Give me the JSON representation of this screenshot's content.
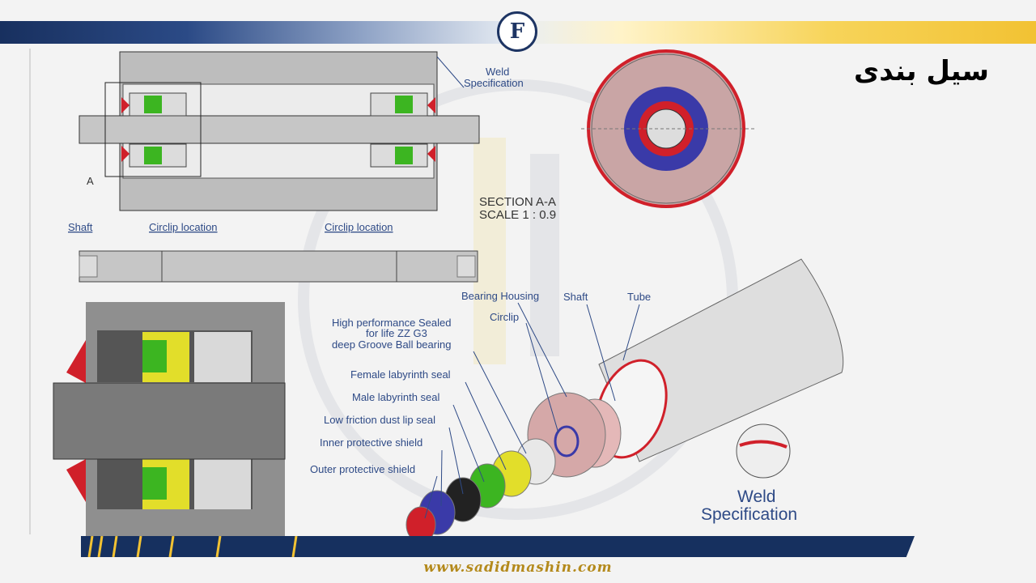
{
  "header": {
    "logo_letter": "F"
  },
  "title": "سیل بندی",
  "footer": {
    "url": "www.sadidmashin.com"
  },
  "drawing": {
    "weld_spec_top": [
      "Weld",
      "Specification"
    ],
    "label_a": "A",
    "section_title": "SECTION A-A",
    "section_scale": "SCALE 1 : 0.9",
    "shaft_labels": [
      "Shaft",
      "Circlip location",
      "Circlip location"
    ],
    "exploded_labels": {
      "bearing_housing": "Bearing Housing",
      "shaft": "Shaft",
      "tube": "Tube",
      "circlip": "Circlip",
      "bearing": [
        "High performance Sealed",
        "for life ZZ G3",
        "deep Groove Ball bearing"
      ],
      "female_seal": "Female labyrinth seal",
      "male_seal": "Male labyrinth seal",
      "dust_seal": "Low friction dust lip seal",
      "inner_shield": "Inner protective shield",
      "outer_shield": "Outer protective shield"
    },
    "weld_spec_bottom": [
      "Weld",
      "Specification"
    ],
    "colors": {
      "red": "#d0202a",
      "blue": "#3a3aa8",
      "green": "#3cb521",
      "yellow": "#e2de2a",
      "navy": "#16305f",
      "gold": "#b48a1c"
    }
  }
}
